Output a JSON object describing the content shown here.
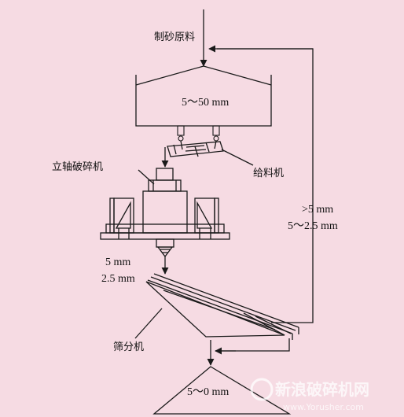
{
  "labels": {
    "raw_material": "制砂原料",
    "hopper_size": "5～50 mm",
    "feeder": "给料机",
    "crusher": "立轴破碎机",
    "return_size_1": ">5 mm",
    "return_size_2": "5～2.5 mm",
    "screen_size_1": "5 mm",
    "screen_size_2": "2.5 mm",
    "screen": "筛分机",
    "product_size": "5～0 mm"
  },
  "watermark": {
    "text": "新浪破碎机网",
    "url": "www.Yorusher.com"
  },
  "colors": {
    "background": "#f6dbe3",
    "line": "#1a1a1a"
  }
}
